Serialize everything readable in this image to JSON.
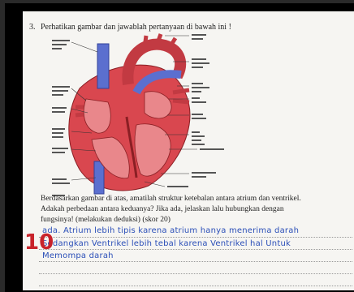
{
  "question": {
    "number": "3.",
    "instruction": "Perhatikan gambar dan jawablah pertanyaan di bawah ini !",
    "line1": "Berdasarkan gambar di atas, amatilah struktur ketebalan antara atrium dan ventrikel.",
    "line2": "Adakah perbedaan antara keduanya? Jika ada, jelaskan lalu hubungkan dengan",
    "line3": "fungsinya! (melakukan deduksi) (skor 20)"
  },
  "answer": {
    "line1": "ada. Atrium lebih tipis karena atrium hanya menerima darah",
    "line2": "Sedangkan Ventrikel lebih tebal karena Ventrikel hal Untuk",
    "line3": "Memompa darah"
  },
  "score_mark": "10",
  "colors": {
    "ink": "#2b4fb8",
    "red_mark": "#c8232b",
    "heart_red": "#d9474f",
    "vein_blue": "#5b6fcf"
  }
}
